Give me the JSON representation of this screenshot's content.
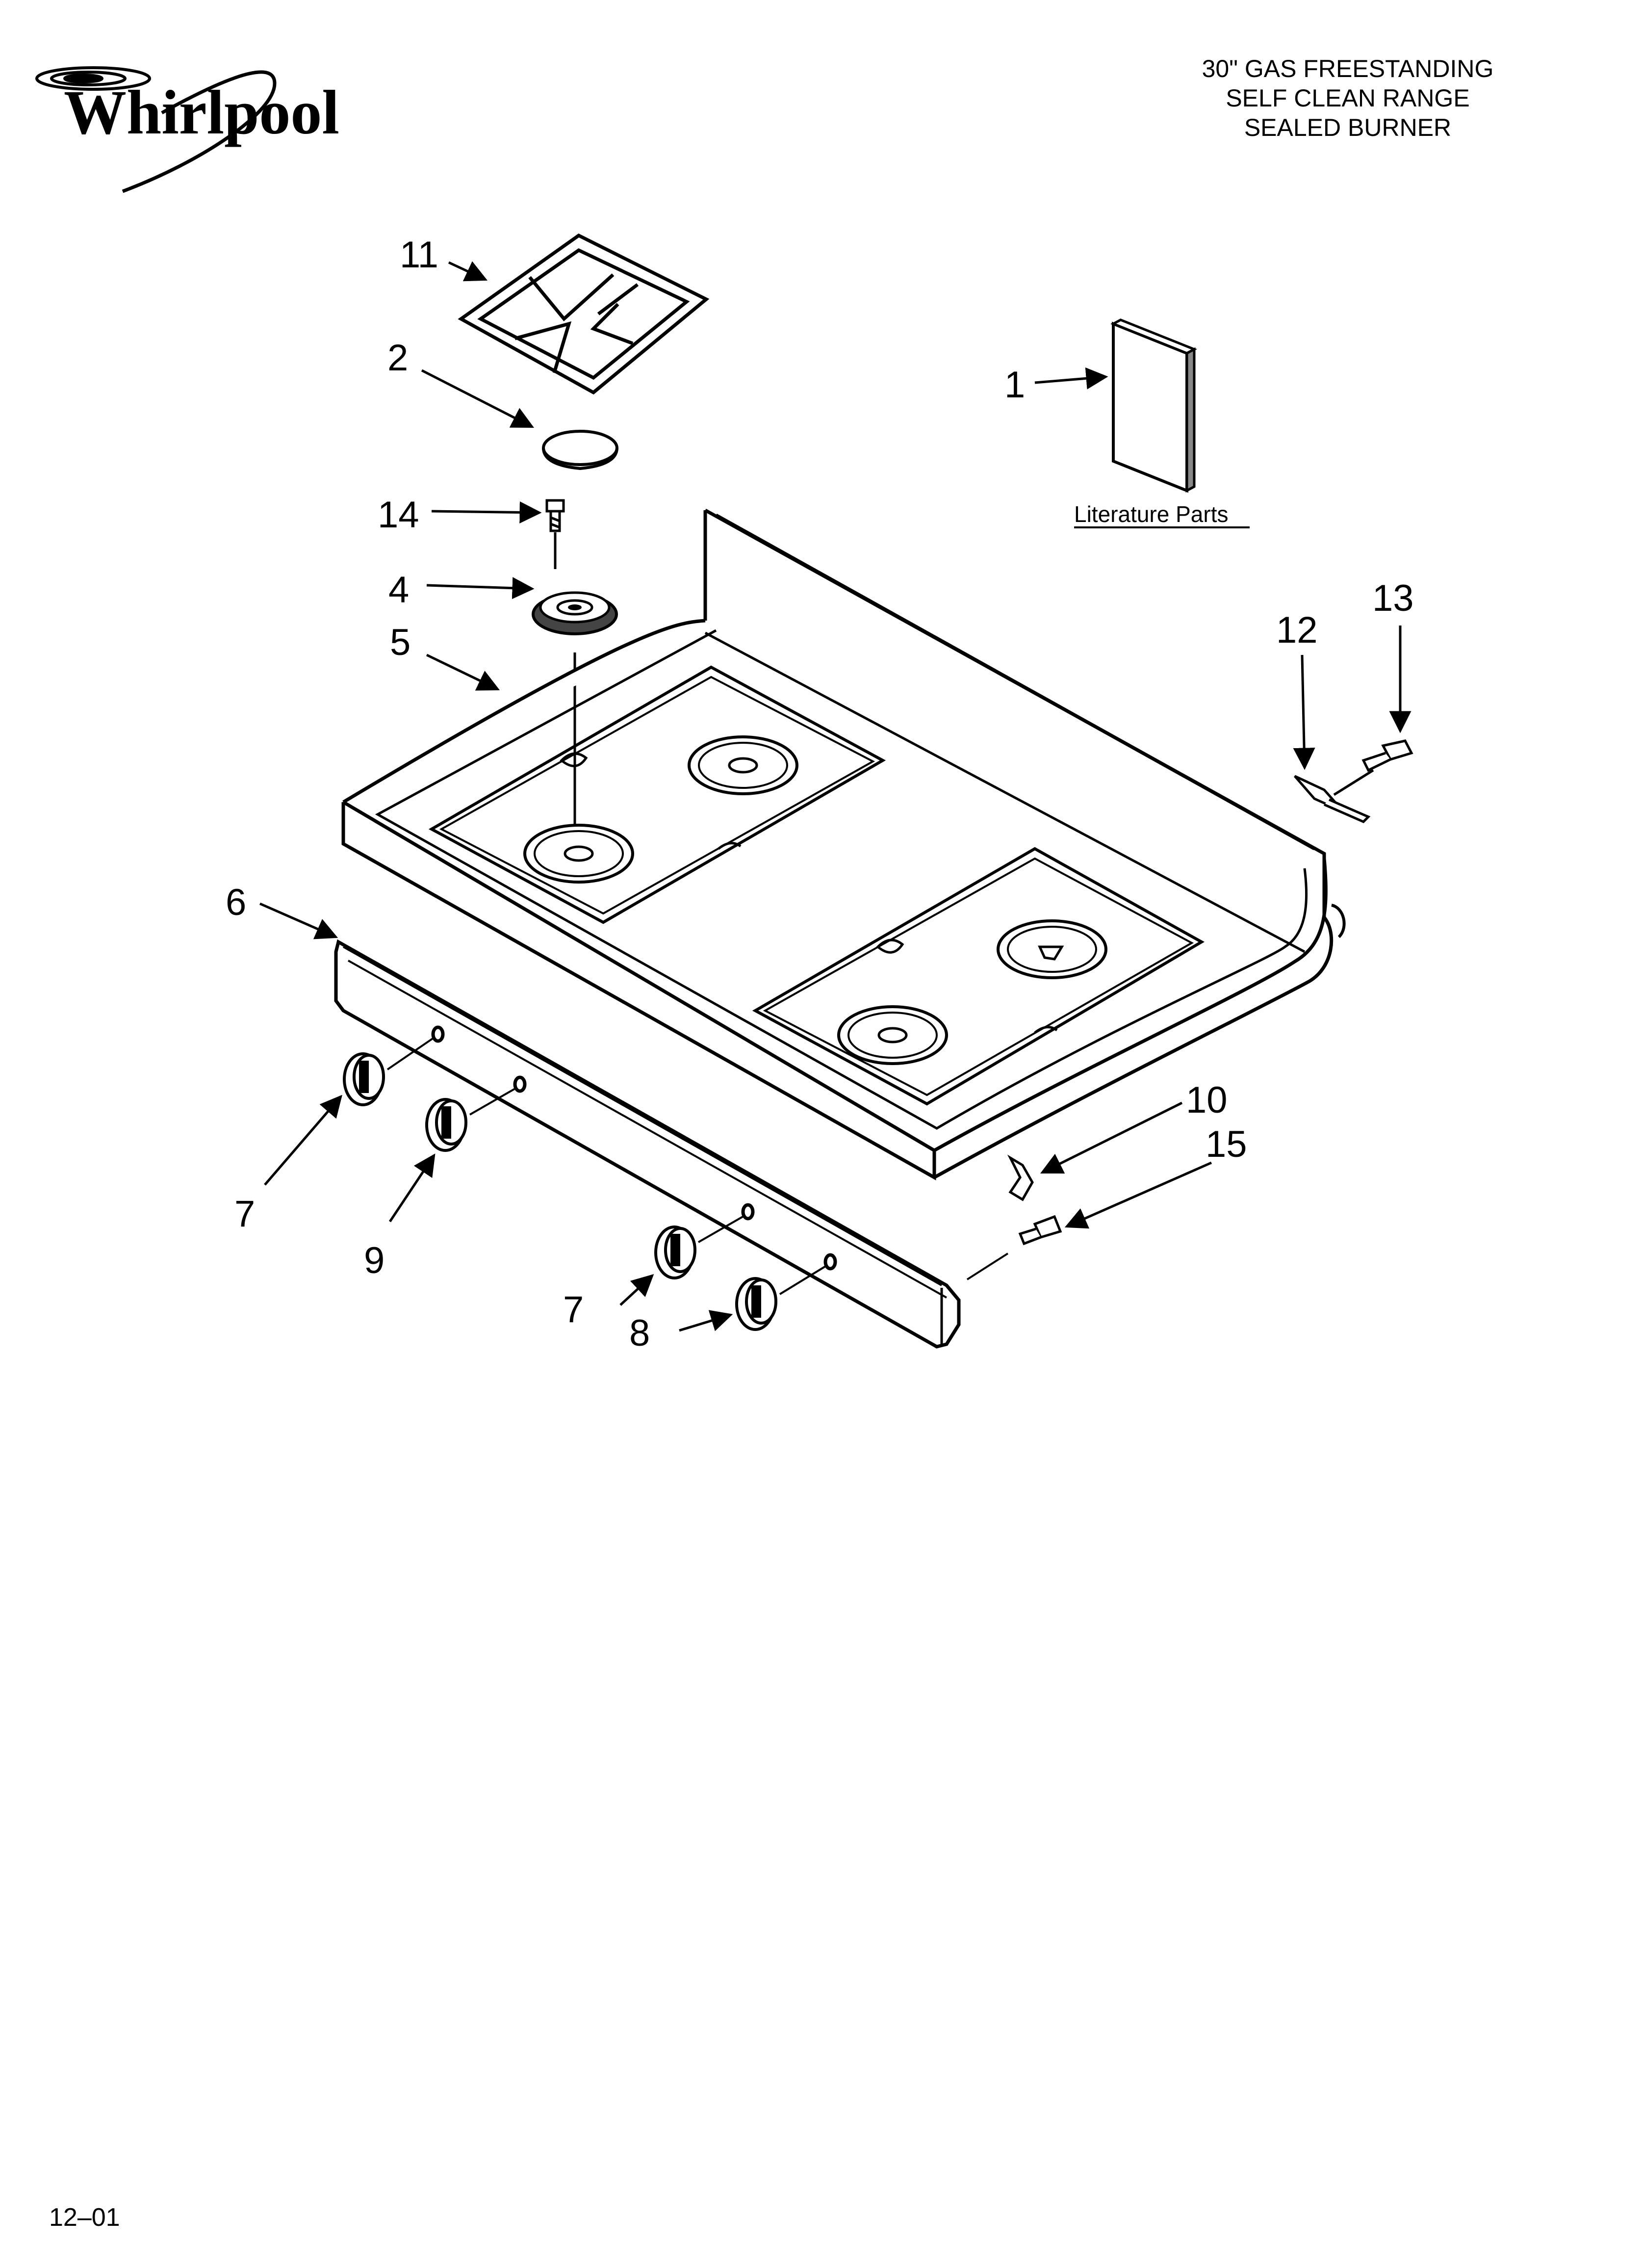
{
  "brand": {
    "name": "Whirlpool"
  },
  "header": {
    "title_lines": [
      "30\" GAS FREESTANDING",
      "SELF CLEAN RANGE",
      "SEALED BURNER"
    ]
  },
  "footer": {
    "code": "12–01"
  },
  "literature": {
    "label": "Literature Parts"
  },
  "callouts": {
    "c1": "1",
    "c2": "2",
    "c4": "4",
    "c5": "5",
    "c6": "6",
    "c7a": "7",
    "c7b": "7",
    "c8": "8",
    "c9": "9",
    "c10": "10",
    "c11": "11",
    "c12": "12",
    "c13": "13",
    "c14": "14",
    "c15": "15"
  },
  "icons": {
    "logo": "whirlpool-swirl-icon"
  },
  "colors": {
    "ink": "#000000",
    "paper": "#ffffff",
    "panel": "#6e6e6e"
  }
}
